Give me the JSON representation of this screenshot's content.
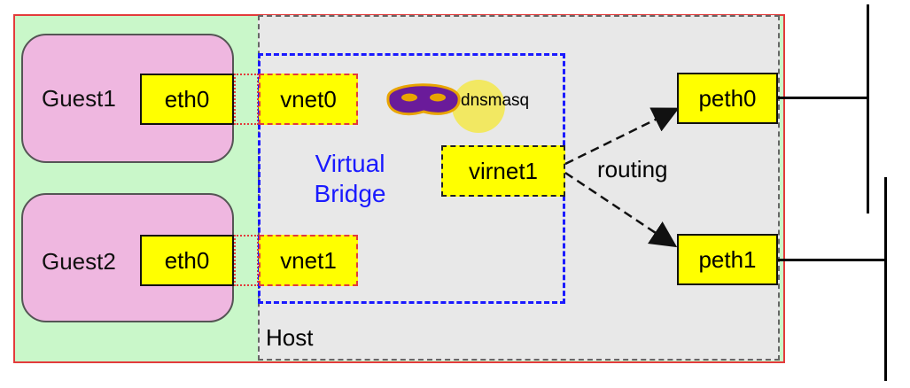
{
  "guests": [
    {
      "label": "Guest1",
      "eth": "eth0"
    },
    {
      "label": "Guest2",
      "eth": "eth0"
    }
  ],
  "vnets": [
    "vnet0",
    "vnet1"
  ],
  "bridge": {
    "line1": "Virtual",
    "line2": "Bridge"
  },
  "dnsmasq": "dnsmasq",
  "virnet": "virnet1",
  "routing": "routing",
  "peths": [
    "peth0",
    "peth1"
  ],
  "host": "Host",
  "colors": {
    "outer_border": "#e33b3b",
    "outer_fill": "#c9f7c9",
    "host_fill": "#e8e8e8",
    "guest_fill": "#efb7e0",
    "port_fill": "#ffff00",
    "bridge_border": "#1a1aff",
    "mask": "#6a1b9a"
  },
  "icons": [
    "mask-icon"
  ]
}
